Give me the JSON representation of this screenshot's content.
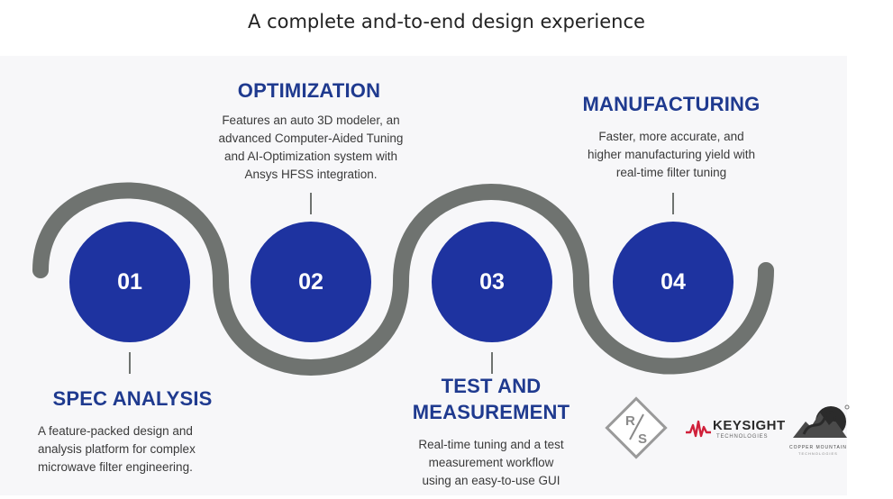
{
  "title": "A complete and-to-end design experience",
  "stages": [
    {
      "number": "01",
      "heading": "SPEC ANALYSIS",
      "description": "A feature-packed design and\nanalysis platform for complex\nmicrowave filter engineering."
    },
    {
      "number": "02",
      "heading": "OPTIMIZATION",
      "description": "Features an auto 3D modeler, an\nadvanced Computer-Aided Tuning\nand AI-Optimization system with\nAnsys HFSS integration."
    },
    {
      "number": "03",
      "heading": "TEST AND\nMEASUREMENT",
      "description": "Real-time tuning and a test\nmeasurement workflow\nusing an easy-to-use GUI"
    },
    {
      "number": "04",
      "heading": "MANUFACTURING",
      "description": "Faster, more accurate, and\nhigher manufacturing yield with\nreal-time filter tuning"
    }
  ],
  "logos": {
    "rs": {
      "name": "rohde-schwarz-logo",
      "text": "R/S"
    },
    "keysight": {
      "name": "Keysight",
      "label": "KEYSIGHT",
      "sub": "TECHNOLOGIES"
    },
    "coppermountain": {
      "name": "copper-mountain-logo",
      "text": "COPPER MOUNTAIN",
      "sub": "TECHNOLOGIES"
    }
  },
  "colors": {
    "accent": "#1e33a0",
    "heading": "#1f3a8f",
    "wave": "#6f7370"
  }
}
